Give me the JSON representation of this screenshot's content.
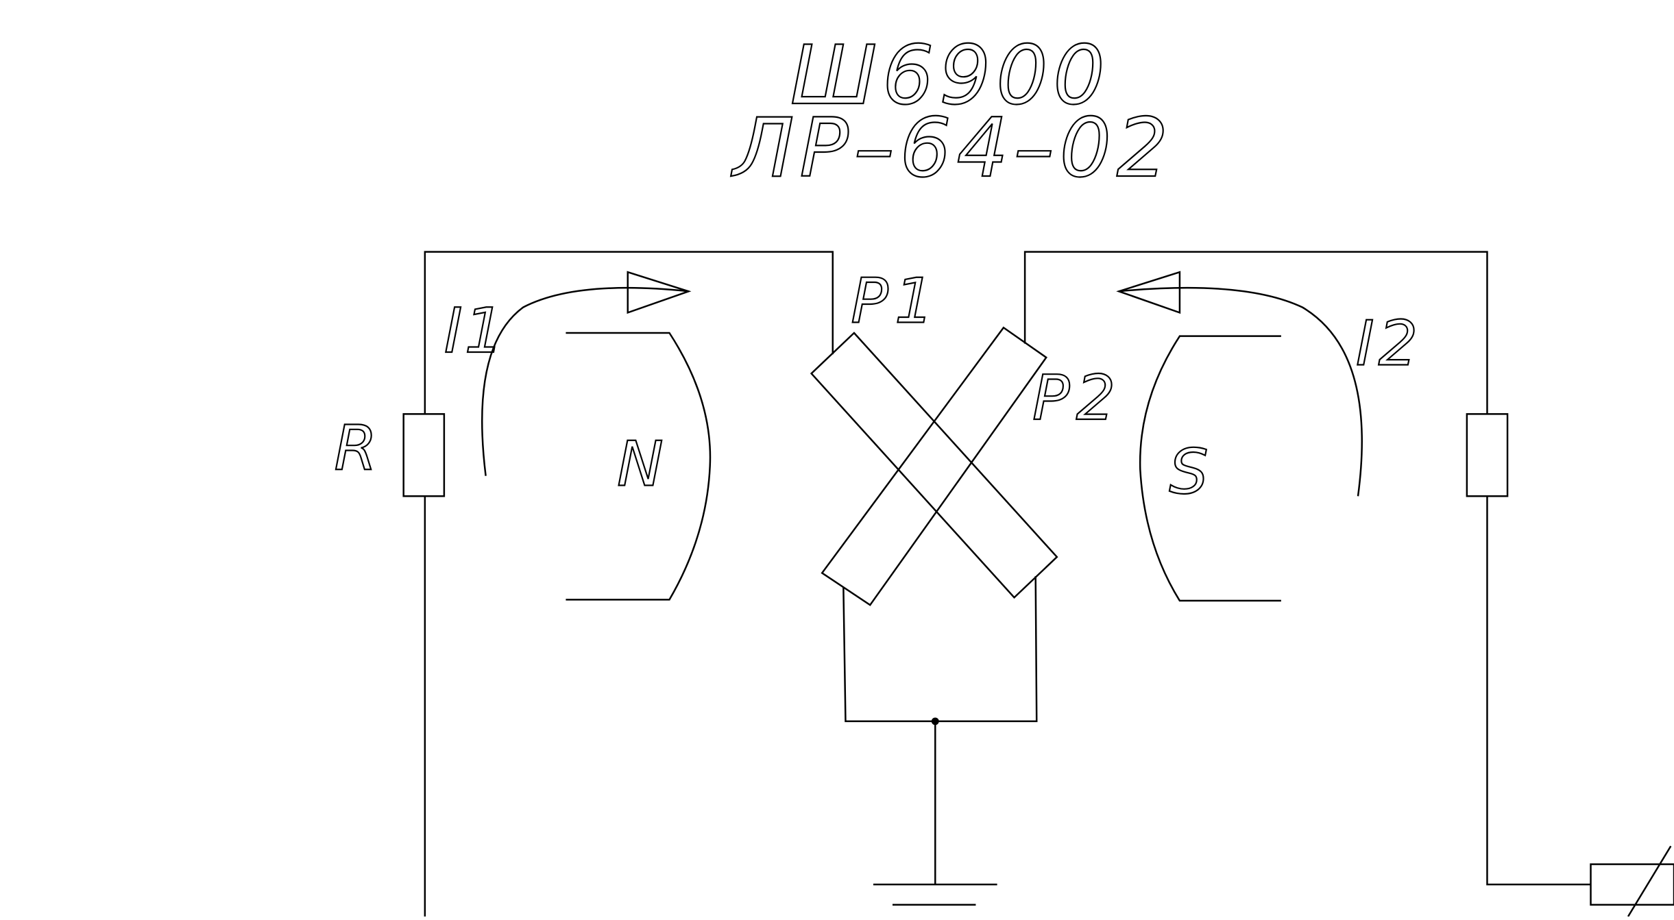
{
  "title": {
    "line1": "Ш6900",
    "line2": "ЛР–64–02"
  },
  "labels": {
    "p1": "P1",
    "p2": "P2",
    "i1": "I1",
    "i2": "I2",
    "r": "R",
    "n": "N",
    "s": "S"
  },
  "colors": {
    "ink": "#000000",
    "background": "#ffffff"
  }
}
